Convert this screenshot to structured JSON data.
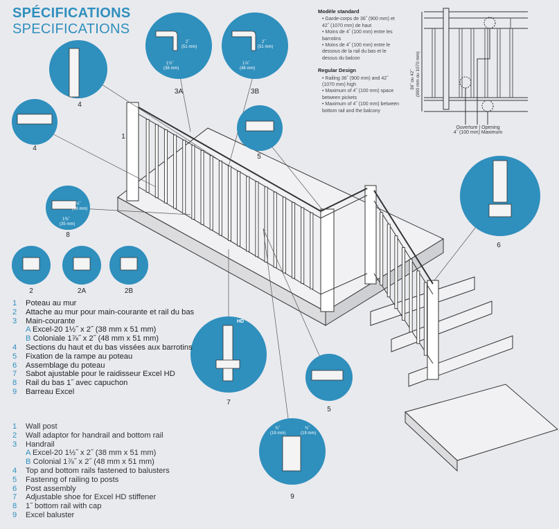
{
  "title": {
    "fr": "SPÉCIFICATIONS",
    "en": "SPECIFICATIONS"
  },
  "spec": {
    "fr_heading": "Modèle standard",
    "fr_items": [
      "Garde-corps de 36˝ (900 mm) et 42˝ (1070 mm) de haut",
      "Moins de 4˝ (100 mm) entre les barrotins",
      "Moins de 4˝ (100 mm) entre le dessous de la rail du bas et le dessus du balcon"
    ],
    "en_heading": "Regular Design",
    "en_items": [
      "Railing 36˝ (900 mm) and 42˝ (1070 mm) high",
      "Maximum of 4˝ (100 mm) space between pickets",
      "Maximum of 4˝ (100 mm) between bottom rail and the balcony"
    ]
  },
  "elevation": {
    "height_label": "36˝ ou 42˝",
    "height_mm": "(900 mm ou 1070 mm)",
    "opening_1": "Ouverture | Opening",
    "opening_2": "4˝ (100 mm) Maximum"
  },
  "callouts": {
    "c1": "1",
    "c2": "2",
    "c2a": "2A",
    "c2b": "2B",
    "c3a": "3A",
    "c3b": "3B",
    "c4a": "4",
    "c4b": "4",
    "c5a": "5",
    "c5b": "5",
    "c6": "6",
    "c7": "7",
    "c8": "8",
    "c9": "9"
  },
  "dims": {
    "d3a_h": "2˝",
    "d3a_hmm": "(51 mm)",
    "d3a_w": "1½˝",
    "d3a_wmm": "(38 mm)",
    "d3b_h": "2˝",
    "d3b_hmm": "(51 mm)",
    "d3b_w": "1⅞˝",
    "d3b_wmm": "(48 mm)",
    "d8_h": "1½˝",
    "d8_hmm": "(38 mm)",
    "d8_w": "1⅜˝",
    "d8_wmm": "(35 mm)",
    "d9_a": "¾˝",
    "d9_amm": "(19 mm)",
    "d9_b": "¾˝",
    "d9_bmm": "(19 mm)",
    "hd": "HD"
  },
  "legend_fr": [
    {
      "n": "1",
      "text": "Poteau au mur"
    },
    {
      "n": "2",
      "text": "Attache au mur pour main-courante et rail du bas"
    },
    {
      "n": "3",
      "text": "Main-courante",
      "subs": [
        {
          "k": "A",
          "t": "Excel-20 1½˝ x 2˝ (38 mm x 51 mm)"
        },
        {
          "k": "B",
          "t": "Coloniale 1⅞˝ x 2˝ (48 mm x 51 mm)"
        }
      ]
    },
    {
      "n": "4",
      "text": "Sections du haut et du bas vissées aux barrotins"
    },
    {
      "n": "5",
      "text": "Fixation de la rampe au poteau"
    },
    {
      "n": "6",
      "text": "Assemblage du poteau"
    },
    {
      "n": "7",
      "text": "Sabot ajustable pour le raidisseur Excel HD"
    },
    {
      "n": "8",
      "text": "Rail du bas 1˝ avec capuchon"
    },
    {
      "n": "9",
      "text": "Barreau Excel"
    }
  ],
  "legend_en": [
    {
      "n": "1",
      "text": "Wall post"
    },
    {
      "n": "2",
      "text": "Wall adaptor for handrail and bottom rail"
    },
    {
      "n": "3",
      "text": "Handrail",
      "subs": [
        {
          "k": "A",
          "t": "Excel-20 1½˝ x 2˝ (38 mm x 51 mm)"
        },
        {
          "k": "B",
          "t": "Colonial 1⅞˝ x 2˝ (48 mm x 51 mm)"
        }
      ]
    },
    {
      "n": "4",
      "text": "Top and bottom rails fastened to balusters"
    },
    {
      "n": "5",
      "text": "Fastenng of railing to posts"
    },
    {
      "n": "6",
      "text": "Post assembly"
    },
    {
      "n": "7",
      "text": "Adjustable shoe for Excel HD stiffener"
    },
    {
      "n": "8",
      "text": "1˝ bottom rail with cap"
    },
    {
      "n": "9",
      "text": "Excel baluster"
    }
  ],
  "colors": {
    "accent": "#2f8fbd",
    "background": "#e9eaee"
  }
}
